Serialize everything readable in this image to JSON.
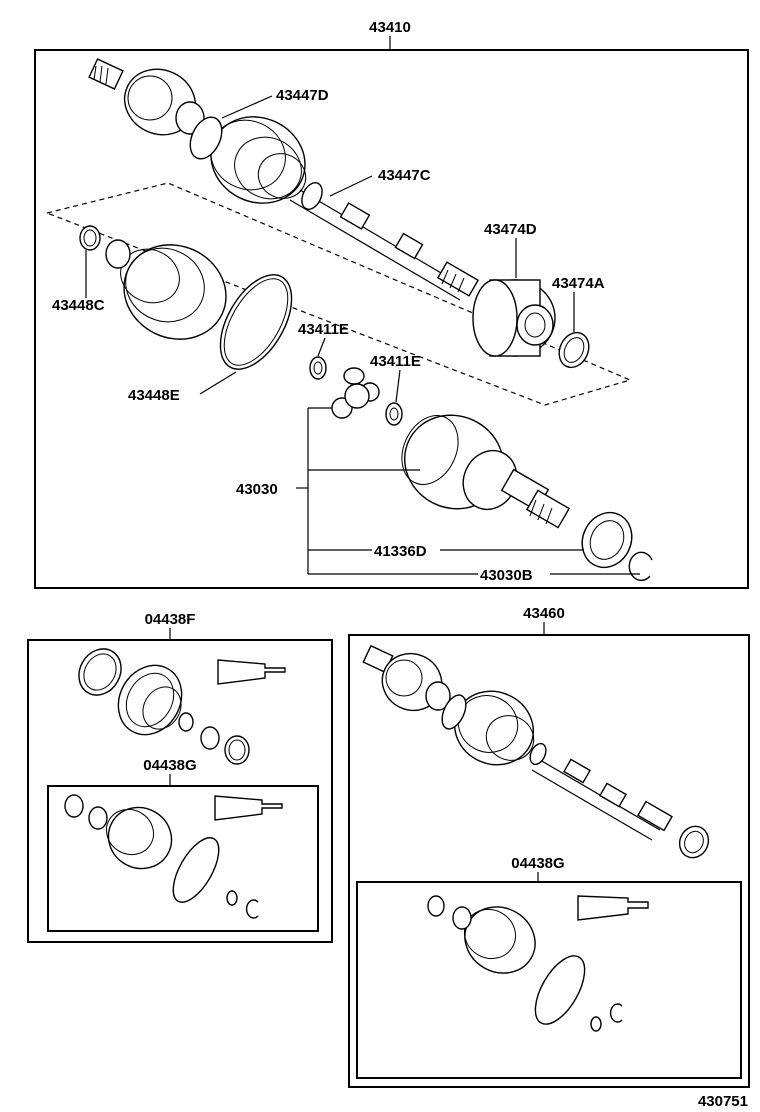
{
  "labels": {
    "assy_main": "43410",
    "boot_clamp_d": "43447D",
    "boot_clamp_c": "43447C",
    "tone_ring_d": "43474D",
    "tone_ring_a": "43474A",
    "boot_clamp_inner": "43448C",
    "snap_ring_1": "43411E",
    "snap_ring_2": "43411E",
    "boot_band_e": "43448E",
    "inboard_joint": "43030",
    "dust_seal": "41336D",
    "snap_ring_b": "43030B",
    "boot_kit_f": "04438F",
    "boot_kit_g_left": "04438G",
    "assy_rh": "43460",
    "boot_kit_g_right": "04438G",
    "diagram_id": "430751"
  }
}
